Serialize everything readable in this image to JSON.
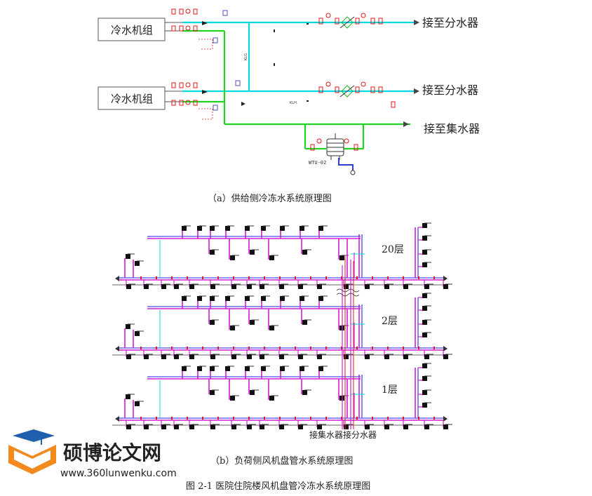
{
  "diagram_a": {
    "chiller_1": "冷水机组",
    "chiller_2": "冷水机组",
    "to_distributor_1": "接至分水器",
    "to_distributor_2": "接至分水器",
    "to_collector": "接至集水器",
    "pump_label": "WTU-02",
    "pipe_label_1": "KLG",
    "pipe_label_2": "KLH",
    "caption": "（a）供给侧冷冻水系统原理图"
  },
  "diagram_b": {
    "floor_top": "20层",
    "floor_mid": "2层",
    "floor_bottom": "1层",
    "collector": "接集水器",
    "distributor": "接分水器",
    "caption": "（b）负荷侧风机盘管水系统原理图"
  },
  "figure_caption": "图 2-1 医院住院楼风机盘管冷冻水系统原理图",
  "watermark": {
    "brand": "硕博论文网",
    "url": "www.360lunwenku.com"
  },
  "colors": {
    "supply_pipe": "#00d8e0",
    "return_pipe": "#1fd41f",
    "magenta_pipe": "#d21ed2",
    "blue_pipe": "#6a6af0",
    "valve_red": "#e01818",
    "logo_blue": "#1f5fae",
    "logo_orange": "#f28a1e"
  }
}
